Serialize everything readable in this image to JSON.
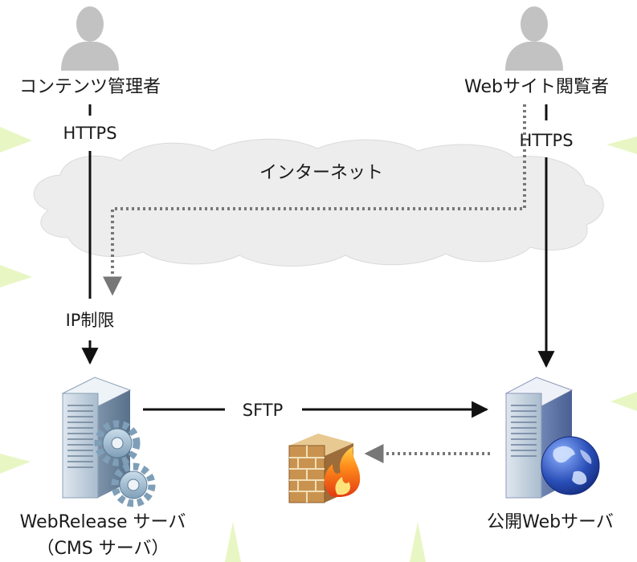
{
  "nodes": {
    "cms_admin": {
      "label": "コンテンツ管理者",
      "icon": "user-icon"
    },
    "site_visitor": {
      "label": "Webサイト閲覧者",
      "icon": "user-icon"
    },
    "internet": {
      "label": "インターネット",
      "icon": "cloud-icon"
    },
    "webrelease_server": {
      "label_line1": "WebRelease サーバ",
      "label_line2": "（CMS サーバ）",
      "icon": "server-gears-icon"
    },
    "public_web_server": {
      "label": "公開Webサーバ",
      "icon": "server-globe-icon"
    },
    "firewall": {
      "icon": "firewall-icon"
    }
  },
  "connections": {
    "admin_protocol": "HTTPS",
    "visitor_protocol": "HTTPS",
    "ip_restriction": "IP制限",
    "publish_protocol": "SFTP"
  },
  "colors": {
    "line": "#111111",
    "dotted": "#777777",
    "cloud": "#ededed",
    "person": "#c2c2c2",
    "background_accent": "#e8f6c4"
  }
}
